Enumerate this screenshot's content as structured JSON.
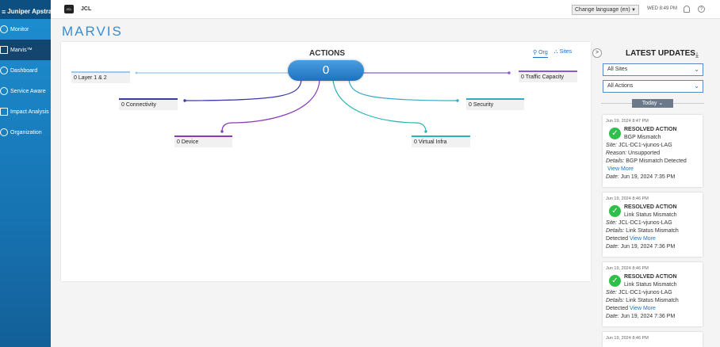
{
  "app": {
    "brand": "Juniper Apstra",
    "logo_mark": "≡",
    "org_badge": "JCL",
    "org_name": "JCL"
  },
  "sidebar": {
    "items": [
      {
        "label": "Monitor",
        "icon": "monitor-icon"
      },
      {
        "label": "Marvis™",
        "icon": "marvis-icon",
        "active": true
      },
      {
        "label": "Dashboard",
        "icon": "dashboard-icon"
      },
      {
        "label": "Service Aware",
        "icon": "service-aware-icon"
      },
      {
        "label": "Impact Analysis",
        "icon": "impact-analysis-icon"
      },
      {
        "label": "Organization",
        "icon": "organization-icon"
      }
    ]
  },
  "header": {
    "language_label": "Change language (en)",
    "clock": "WED 8:49 PM",
    "help": "?"
  },
  "page": {
    "title": "MARVIS"
  },
  "actions": {
    "title": "ACTIONS",
    "count": "0",
    "tabs": [
      {
        "label": "Org",
        "selected": true
      },
      {
        "label": "Sites",
        "selected": false
      }
    ],
    "categories": [
      {
        "label": "0 Layer 1 & 2",
        "color": "#9ec9ee"
      },
      {
        "label": "0 Connectivity",
        "color": "#3a3aa8"
      },
      {
        "label": "0 Device",
        "color": "#8b3ab8"
      },
      {
        "label": "0 Traffic Capacity",
        "color": "#8a5ad0"
      },
      {
        "label": "0 Security",
        "color": "#36a9c9"
      },
      {
        "label": "0 Virtual Infra",
        "color": "#2bb3b6"
      }
    ]
  },
  "latest_updates": {
    "title": "LATEST UPDATES",
    "toggle": ">",
    "site_filter": "All Sites",
    "action_filter": "All Actions",
    "day_label": "Today",
    "items": [
      {
        "time": "Jun 19, 2024 8:47 PM",
        "status": "RESOLVED ACTION",
        "type": "BGP Mismatch",
        "site_label": "Site:",
        "site": "JCL-DC1-vjunos-LAG",
        "reason_label": "Reason:",
        "reason": "Unsupported",
        "details_label": "Details:",
        "details": "BGP Mismatch Detected",
        "link": "View More",
        "date_label": "Date:",
        "date": "Jun 19, 2024 7:35 PM"
      },
      {
        "time": "Jun 19, 2024 8:46 PM",
        "status": "RESOLVED ACTION",
        "type": "Link Status Mismatch",
        "site_label": "Site:",
        "site": "JCL-DC1-vjunos-LAG",
        "details_label": "Details:",
        "details": "Link Status Mismatch",
        "details2": "Detected",
        "link": "View More",
        "date_label": "Date:",
        "date": "Jun 19, 2024 7:36 PM"
      },
      {
        "time": "Jun 19, 2024 8:46 PM",
        "status": "RESOLVED ACTION",
        "type": "Link Status Mismatch",
        "site_label": "Site:",
        "site": "JCL-DC1-vjunos-LAG",
        "details_label": "Details:",
        "details": "Link Status Mismatch",
        "details2": "Detected",
        "link": "View More",
        "date_label": "Date:",
        "date": "Jun 19, 2024 7:36 PM"
      },
      {
        "time": "Jun 19, 2024 8:46 PM"
      }
    ]
  },
  "colors": {
    "accent": "#1d8fd1",
    "title": "#3a8cd0",
    "resolved": "#2fbf4a"
  }
}
